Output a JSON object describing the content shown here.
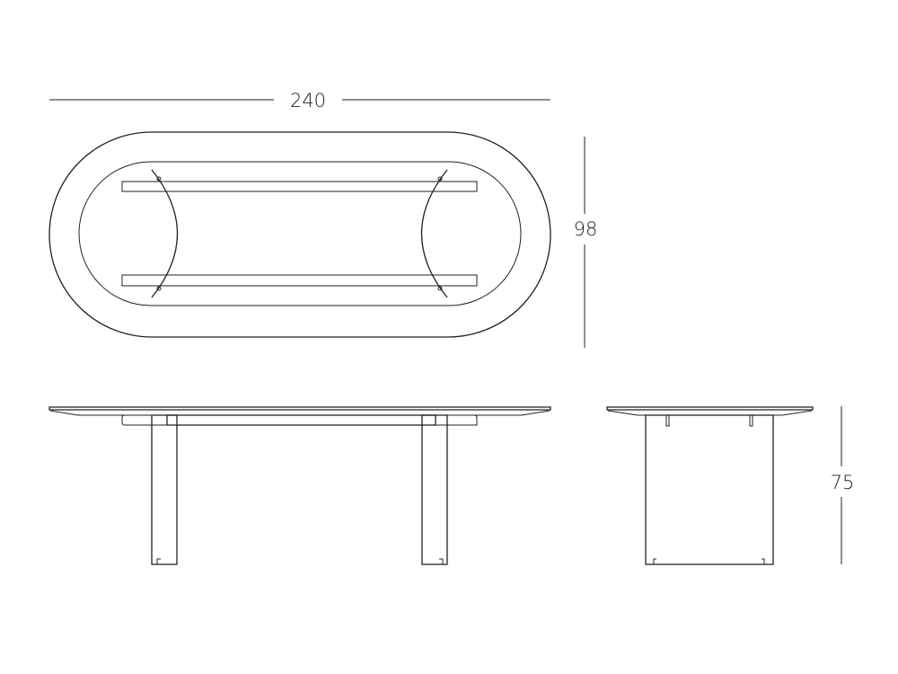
{
  "dimensions": {
    "length": "240",
    "width": "98",
    "height": "75"
  },
  "colors": {
    "line": "#222222",
    "background": "#ffffff"
  }
}
